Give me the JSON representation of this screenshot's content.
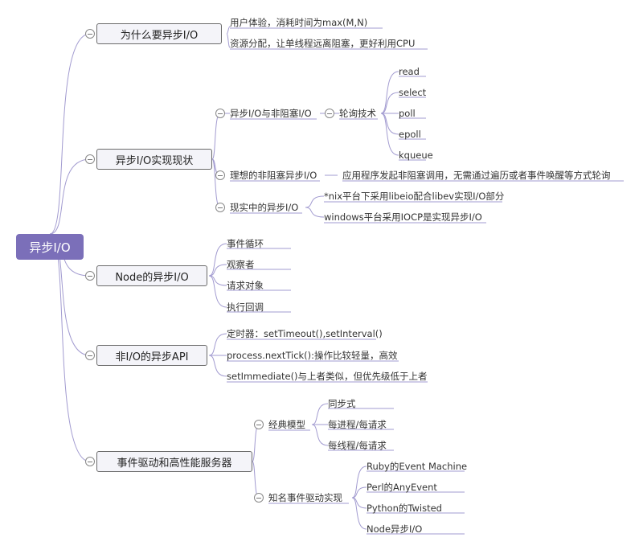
{
  "mindmap": {
    "root": "异步I/O",
    "branches": [
      {
        "label": "为什么要异步I/O",
        "children": [
          {
            "label": "用户体验，消耗时间为max(M,N)"
          },
          {
            "label": "资源分配，让单线程远离阻塞，更好利用CPU"
          }
        ]
      },
      {
        "label": "异步I/O实现现状",
        "children": [
          {
            "label": "异步I/O与非阻塞I/O",
            "children": [
              {
                "label": "轮询技术",
                "children": [
                  {
                    "label": "read"
                  },
                  {
                    "label": "select"
                  },
                  {
                    "label": "poll"
                  },
                  {
                    "label": "epoll"
                  },
                  {
                    "label": "kqueue"
                  }
                ]
              }
            ]
          },
          {
            "label": "理想的非阻塞异步I/O",
            "children": [
              {
                "label": "应用程序发起非阻塞调用，无需通过遍历或者事件唤醒等方式轮询"
              }
            ]
          },
          {
            "label": "现实中的异步I/O",
            "children": [
              {
                "label": "*nix平台下采用libeio配合libev实现I/O部分"
              },
              {
                "label": "windows平台采用IOCP是实现异步I/O"
              }
            ]
          }
        ]
      },
      {
        "label": "Node的异步I/O",
        "children": [
          {
            "label": "事件循环"
          },
          {
            "label": "观察者"
          },
          {
            "label": "请求对象"
          },
          {
            "label": "执行回调"
          }
        ]
      },
      {
        "label": "非I/O的异步API",
        "children": [
          {
            "label": "定时器：setTimeout(),setInterval()"
          },
          {
            "label": "process.nextTick():操作比较轻量，高效"
          },
          {
            "label": "setImmediate()与上者类似，但优先级低于上者"
          }
        ]
      },
      {
        "label": "事件驱动和高性能服务器",
        "children": [
          {
            "label": "经典模型",
            "children": [
              {
                "label": "同步式"
              },
              {
                "label": "每进程/每请求"
              },
              {
                "label": "每线程/每请求"
              }
            ]
          },
          {
            "label": "知名事件驱动实现",
            "children": [
              {
                "label": "Ruby的Event Machine"
              },
              {
                "label": "Perl的AnyEvent"
              },
              {
                "label": "Python的Twisted"
              },
              {
                "label": "Node异步I/O"
              }
            ]
          }
        ]
      }
    ]
  },
  "colors": {
    "root": "#7b6fb9",
    "line": "#a29bd0",
    "topic_border": "#6b6b6b"
  }
}
